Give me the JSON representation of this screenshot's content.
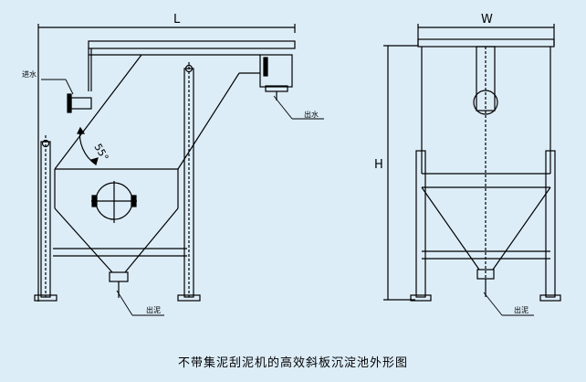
{
  "dimensions": {
    "length": "L",
    "width": "W",
    "height": "H"
  },
  "labels": {
    "inlet": "进水",
    "outlet_water": "出水",
    "outlet_sludge_left": "出泥",
    "outlet_sludge_right": "出泥",
    "angle": "55°"
  },
  "caption": "不带集泥刮泥机的高效斜板沉淀池外形图",
  "colors": {
    "background": "#dcedf8",
    "line": "#000000"
  }
}
